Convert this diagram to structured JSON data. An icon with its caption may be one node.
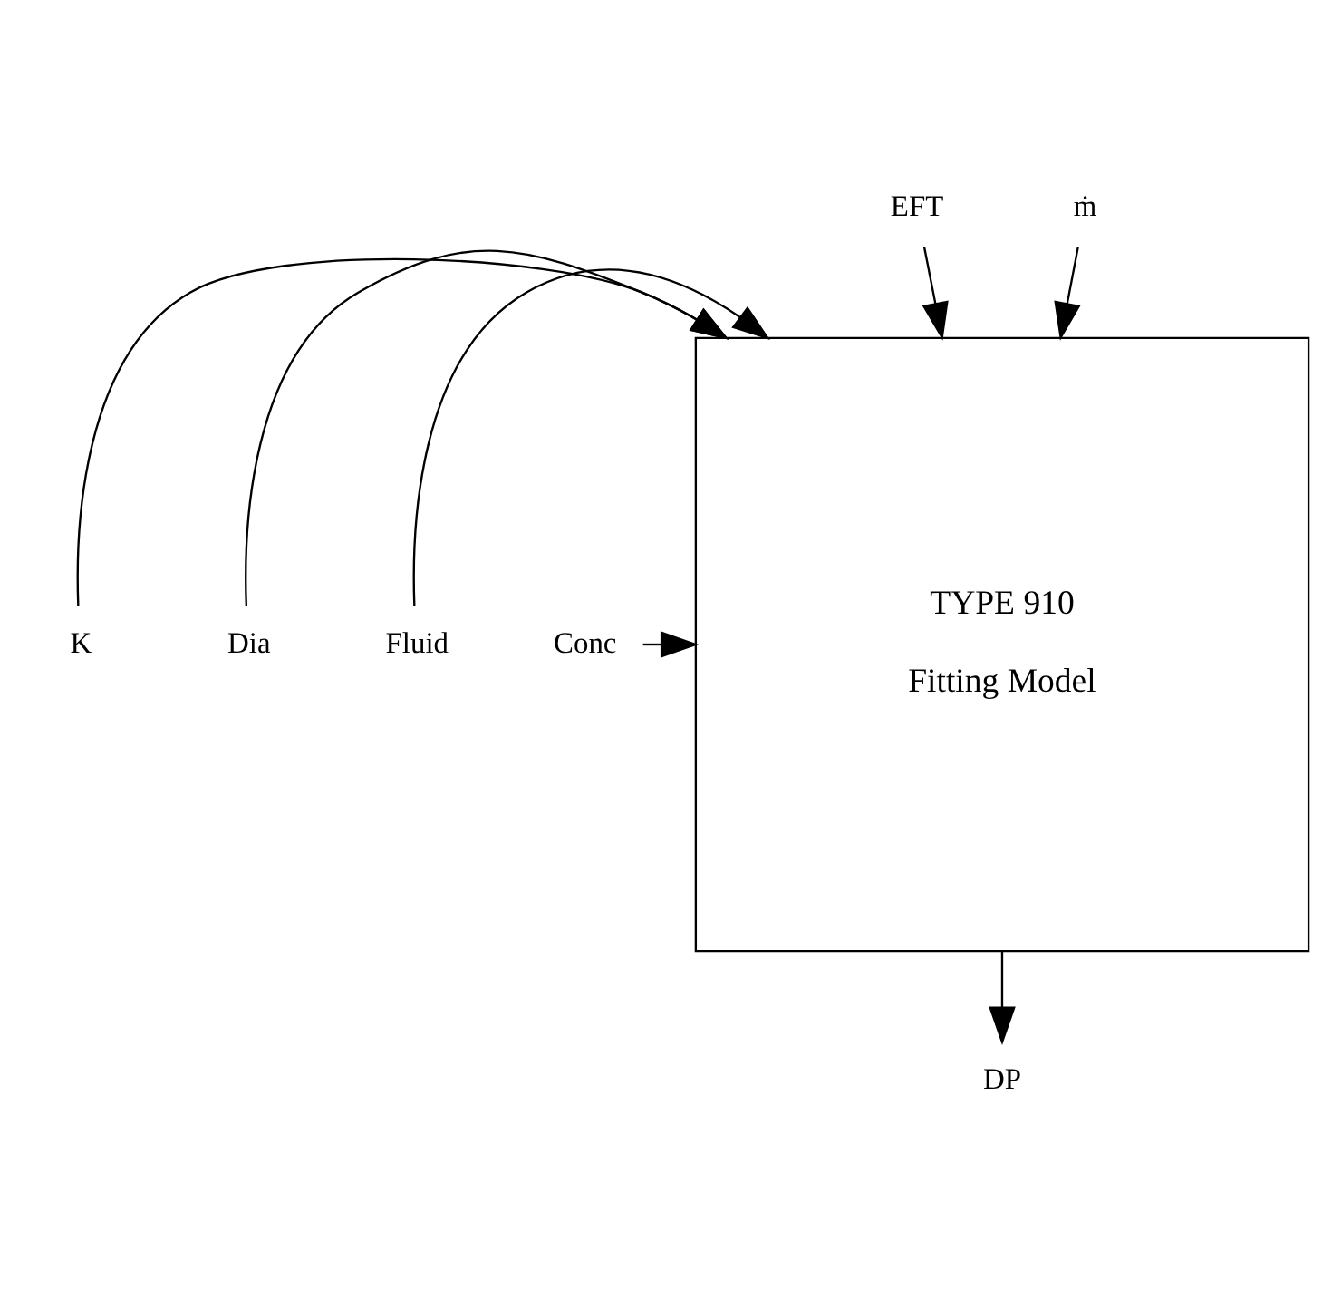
{
  "diagram": {
    "nodes": [
      {
        "text": [
          "TYPE 910",
          "Fitting Model"
        ]
      },
      {
        "text": [
          "K"
        ]
      },
      {
        "text": [
          "Dia"
        ]
      },
      {
        "text": [
          "Fluid"
        ]
      },
      {
        "text": [
          "Conc"
        ]
      },
      {
        "text": [
          "EFT"
        ]
      },
      {
        "text": [
          "ṁ"
        ]
      },
      {
        "text": [
          "DP"
        ]
      }
    ],
    "edges": [
      {
        "from": 5,
        "to": 0,
        "arrow": "to"
      },
      {
        "from": 6,
        "to": 0,
        "arrow": "to"
      },
      {
        "from": 1,
        "to": 0,
        "arrow": "to"
      },
      {
        "from": 2,
        "to": 0,
        "arrow": "to"
      },
      {
        "from": 3,
        "to": 0,
        "arrow": "to"
      },
      {
        "from": 4,
        "to": 0,
        "arrow": "to"
      },
      {
        "from": 0,
        "to": 7,
        "arrow": "to"
      }
    ]
  }
}
